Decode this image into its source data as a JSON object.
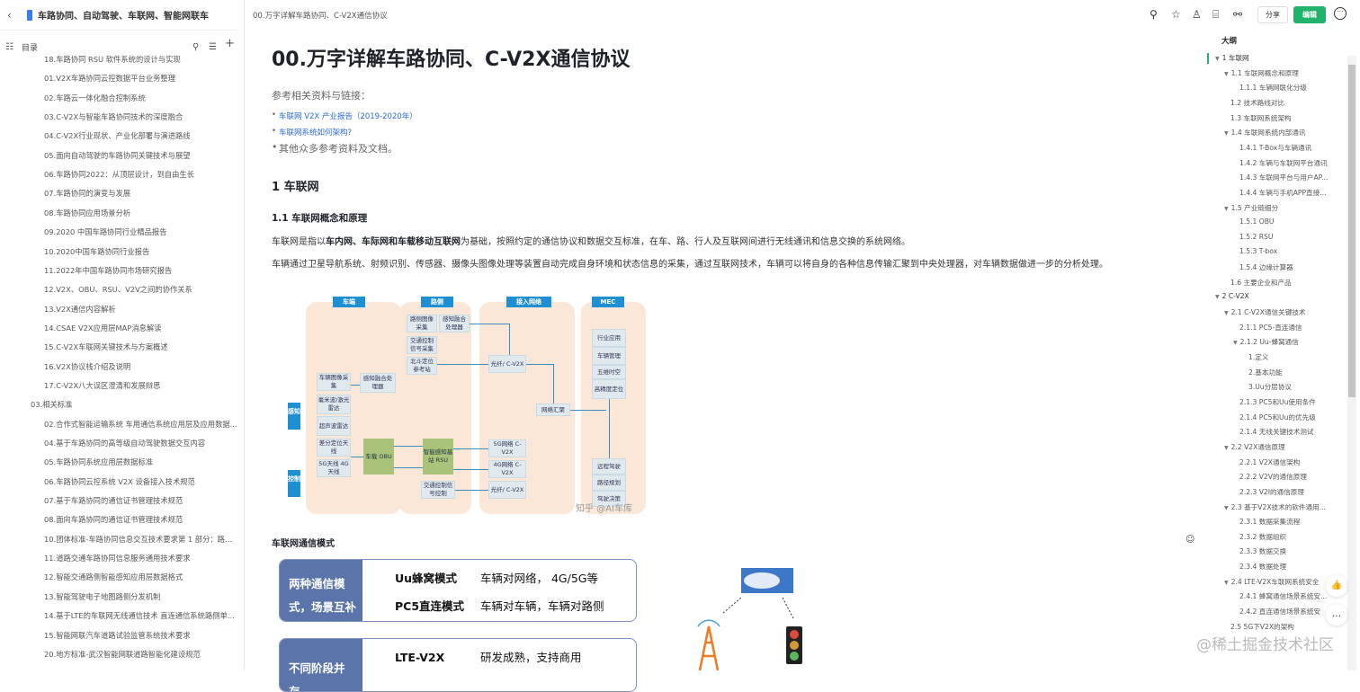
{
  "sidebar": {
    "back_icon": "chevron-left-icon",
    "book_title": "车路协同、自动驾驶、车联网、智能网联车",
    "toc_label": "目录",
    "items": [
      {
        "label": "18.车路协同 RSU 软件系统的设计与实现"
      },
      {
        "label": "01.V2X车路协同云控数据平台业务整理"
      },
      {
        "label": "02.车路云一体化融合控制系统"
      },
      {
        "label": "03.C-V2X与智能车路协同技术的深度融合"
      },
      {
        "label": "04.C-V2X行业现状、产业化部署与演进路线"
      },
      {
        "label": "05.面向自动驾驶的车路协同关键技术与展望"
      },
      {
        "label": "06.车路协同2022：从顶层设计，到自由生长"
      },
      {
        "label": "07.车路协同的演变与发展"
      },
      {
        "label": "08.车路协同应用场景分析"
      },
      {
        "label": "09.2020 中国车路协同行业精品报告"
      },
      {
        "label": "10.2020中国车路协同行业报告"
      },
      {
        "label": "11.2022年中国车路协同市场研究报告"
      },
      {
        "label": "12.V2X、OBU、RSU、V2V之间的协作关系"
      },
      {
        "label": "13.V2X通信内容解析"
      },
      {
        "label": "14.CSAE V2X应用层MAP消息解读"
      },
      {
        "label": "15.C-V2X车联网关键技术与方案概述"
      },
      {
        "label": "16.V2X协议栈介绍及说明"
      },
      {
        "label": "17.C-V2X八大误区澄清和发展辩思"
      },
      {
        "label": "03.相关标准",
        "group": true
      },
      {
        "label": "02.合作式智能运输系统 车用通信系统应用层及应用数据..."
      },
      {
        "label": "04.基于车路协同的高等级自动驾驶数据交互内容"
      },
      {
        "label": "05.车路协同系统应用层数据标准"
      },
      {
        "label": "06.车路协同云控系统 V2X 设备接入技术规范"
      },
      {
        "label": "07.基于车路协同的通信证书管理技术规范"
      },
      {
        "label": "08.面向车路协同的通信证书管理技术规范"
      },
      {
        "label": "10.团体标准-车路协同信息交互技术要求第 1 部分：路侧..."
      },
      {
        "label": "11.道路交通车路协同信息服务通用技术要求"
      },
      {
        "label": "12.智能交通路侧智能感知应用层数据格式"
      },
      {
        "label": "13.智能驾驶电子地图路侧分发机制"
      },
      {
        "label": "14.基于LTE的车联网无线通信技术 直连通信系统路侧单..."
      },
      {
        "label": "15.智能网联汽车道路试验监管系统技术要求"
      },
      {
        "label": "20.地方标准-武汉智能网联道路智能化建设规范"
      }
    ]
  },
  "header": {
    "breadcrumb": "00.万字详解车路协同、C-V2X通信协议",
    "icons": [
      "search-icon",
      "star-icon",
      "add-user-icon",
      "presentation-icon",
      "share-graph-icon"
    ],
    "share_label": "分享",
    "edit_label": "编辑",
    "accent": "#21b36b"
  },
  "doc": {
    "title": "00.万字详解车路协同、C-V2X通信协议",
    "refs_label": "参考相关资料与链接：",
    "links": [
      "车联网 V2X 产业报告（2019-2020年）",
      "车联网系统如何架构?"
    ],
    "other_refs": "其他众多参考资料及文档。",
    "h2": "1 车联网",
    "h3": "1.1 车联网概念和原理",
    "p1_a": "车联网是指以",
    "p1_b": "车内网、车际网和车载移动互联网",
    "p1_c": "为基础，按照约定的通信协议和数据交互标准，在车、路、行人及互联网间进行无线通讯和信息交换的系统网络。",
    "p2": "车辆通过卫星导航系统、射频识别、传感器、摄像头图像处理等装置自动完成自身环境和状态信息的采集，通过互联网技术，车辆可以将自身的各种信息传输汇聚到中央处理器，对车辆数据做进一步的分析处理。",
    "diagram": {
      "columns": [
        "车端",
        "路侧",
        "接入网络",
        "MEC"
      ],
      "side": [
        "感知",
        "控制"
      ],
      "vehicle": [
        "车辆图像采集",
        "毫米波/激光雷达",
        "超声波雷达",
        "感知融合处理器",
        "差分定位天线",
        "5G天线 4G天线",
        "车载 OBU"
      ],
      "road": [
        "路侧图像采集",
        "感知融合处理器",
        "交通控制信号采集",
        "北斗定位参考站",
        "智能感知基站 RSU",
        "交通控制信号控制"
      ],
      "access": [
        "光纤/ C-V2X",
        "网络汇聚",
        "5G网络 C-V2X",
        "4G网络 C-V2X",
        "光纤/ C-V2X"
      ],
      "mec": [
        "行业应用",
        "车辆管理",
        "五维时空",
        "高精度定位",
        "远程驾驶",
        "路径规划",
        "驾驶决策"
      ],
      "watermark": "知乎 @AI车库"
    },
    "h4": "车联网通信模式",
    "card1": {
      "label": "两种通信模式，场景互补",
      "rows": [
        [
          "Uu蜂窝模式",
          "车辆对网络， 4G/5G等"
        ],
        [
          "PC5直连模式",
          "车辆对车辆，车辆对路侧"
        ]
      ]
    },
    "card2": {
      "label": "不同阶段并存，",
      "rows": [
        [
          "LTE-V2X",
          "研发成熟，支持商用"
        ]
      ]
    }
  },
  "outline": {
    "title": "大纲",
    "items": [
      {
        "level": 1,
        "toggle": true,
        "text": "1 车联网"
      },
      {
        "level": 2,
        "toggle": true,
        "text": "1.1 车联网概念和原理"
      },
      {
        "level": 3,
        "text": "1.1.1 车辆网联化分级"
      },
      {
        "level": 2,
        "text": "1.2 技术路线对比"
      },
      {
        "level": 2,
        "text": "1.3 车联网系统架构"
      },
      {
        "level": 2,
        "toggle": true,
        "text": "1.4 车联网系统内部通讯"
      },
      {
        "level": 3,
        "text": "1.4.1 T-Box与车辆通讯"
      },
      {
        "level": 3,
        "text": "1.4.2 车辆与车联网平台通讯"
      },
      {
        "level": 3,
        "text": "1.4.3 车联网平台与用户AP..."
      },
      {
        "level": 3,
        "text": "1.4.4 车辆与手机APP直接..."
      },
      {
        "level": 2,
        "toggle": true,
        "text": "1.5 产业链细分"
      },
      {
        "level": 3,
        "text": "1.5.1 OBU"
      },
      {
        "level": 3,
        "text": "1.5.2 RSU"
      },
      {
        "level": 3,
        "text": "1.5.3 T-box"
      },
      {
        "level": 3,
        "text": "1.5.4 边缘计算器"
      },
      {
        "level": 2,
        "text": "1.6 主要企业和产品"
      },
      {
        "level": 1,
        "toggle": true,
        "text": "2 C-V2X"
      },
      {
        "level": 2,
        "toggle": true,
        "text": "2.1 C-V2X通信关键技术"
      },
      {
        "level": 3,
        "text": "2.1.1 PC5-直连通信"
      },
      {
        "level": 3,
        "toggle": true,
        "text": "2.1.2 Uu-蜂窝通信"
      },
      {
        "level": 4,
        "text": "1.定义"
      },
      {
        "level": 4,
        "text": "2.基本功能"
      },
      {
        "level": 4,
        "text": "3.Uu分层协议"
      },
      {
        "level": 3,
        "text": "2.1.3 PC5和Uu使用条件"
      },
      {
        "level": 3,
        "text": "2.1.4 PC5和Uu的优先级"
      },
      {
        "level": 3,
        "text": "2.1.4 无线关键技术测试"
      },
      {
        "level": 2,
        "toggle": true,
        "text": "2.2 V2X通信原理"
      },
      {
        "level": 3,
        "text": "2.2.1 V2X通信架构"
      },
      {
        "level": 3,
        "text": "2.2.2 V2V的通信原理"
      },
      {
        "level": 3,
        "text": "2.2.3 V2I的通信原理"
      },
      {
        "level": 2,
        "toggle": true,
        "text": "2.3 基于V2X技术的软件通用..."
      },
      {
        "level": 3,
        "text": "2.3.1 数据采集流程"
      },
      {
        "level": 3,
        "text": "2.3.2 数据组织"
      },
      {
        "level": 3,
        "text": "2.3.3 数据交换"
      },
      {
        "level": 3,
        "text": "2.3.4 数据处理"
      },
      {
        "level": 2,
        "toggle": true,
        "text": "2.4 LTE-V2X车联网系统安全"
      },
      {
        "level": 3,
        "text": "2.4.1 蜂窝通信场景系统安..."
      },
      {
        "level": 3,
        "text": "2.4.2 直连通信场景系统安"
      },
      {
        "level": 2,
        "text": "2.5 5G下V2X的架构"
      }
    ]
  },
  "watermark": "@稀土掘金技术社区"
}
